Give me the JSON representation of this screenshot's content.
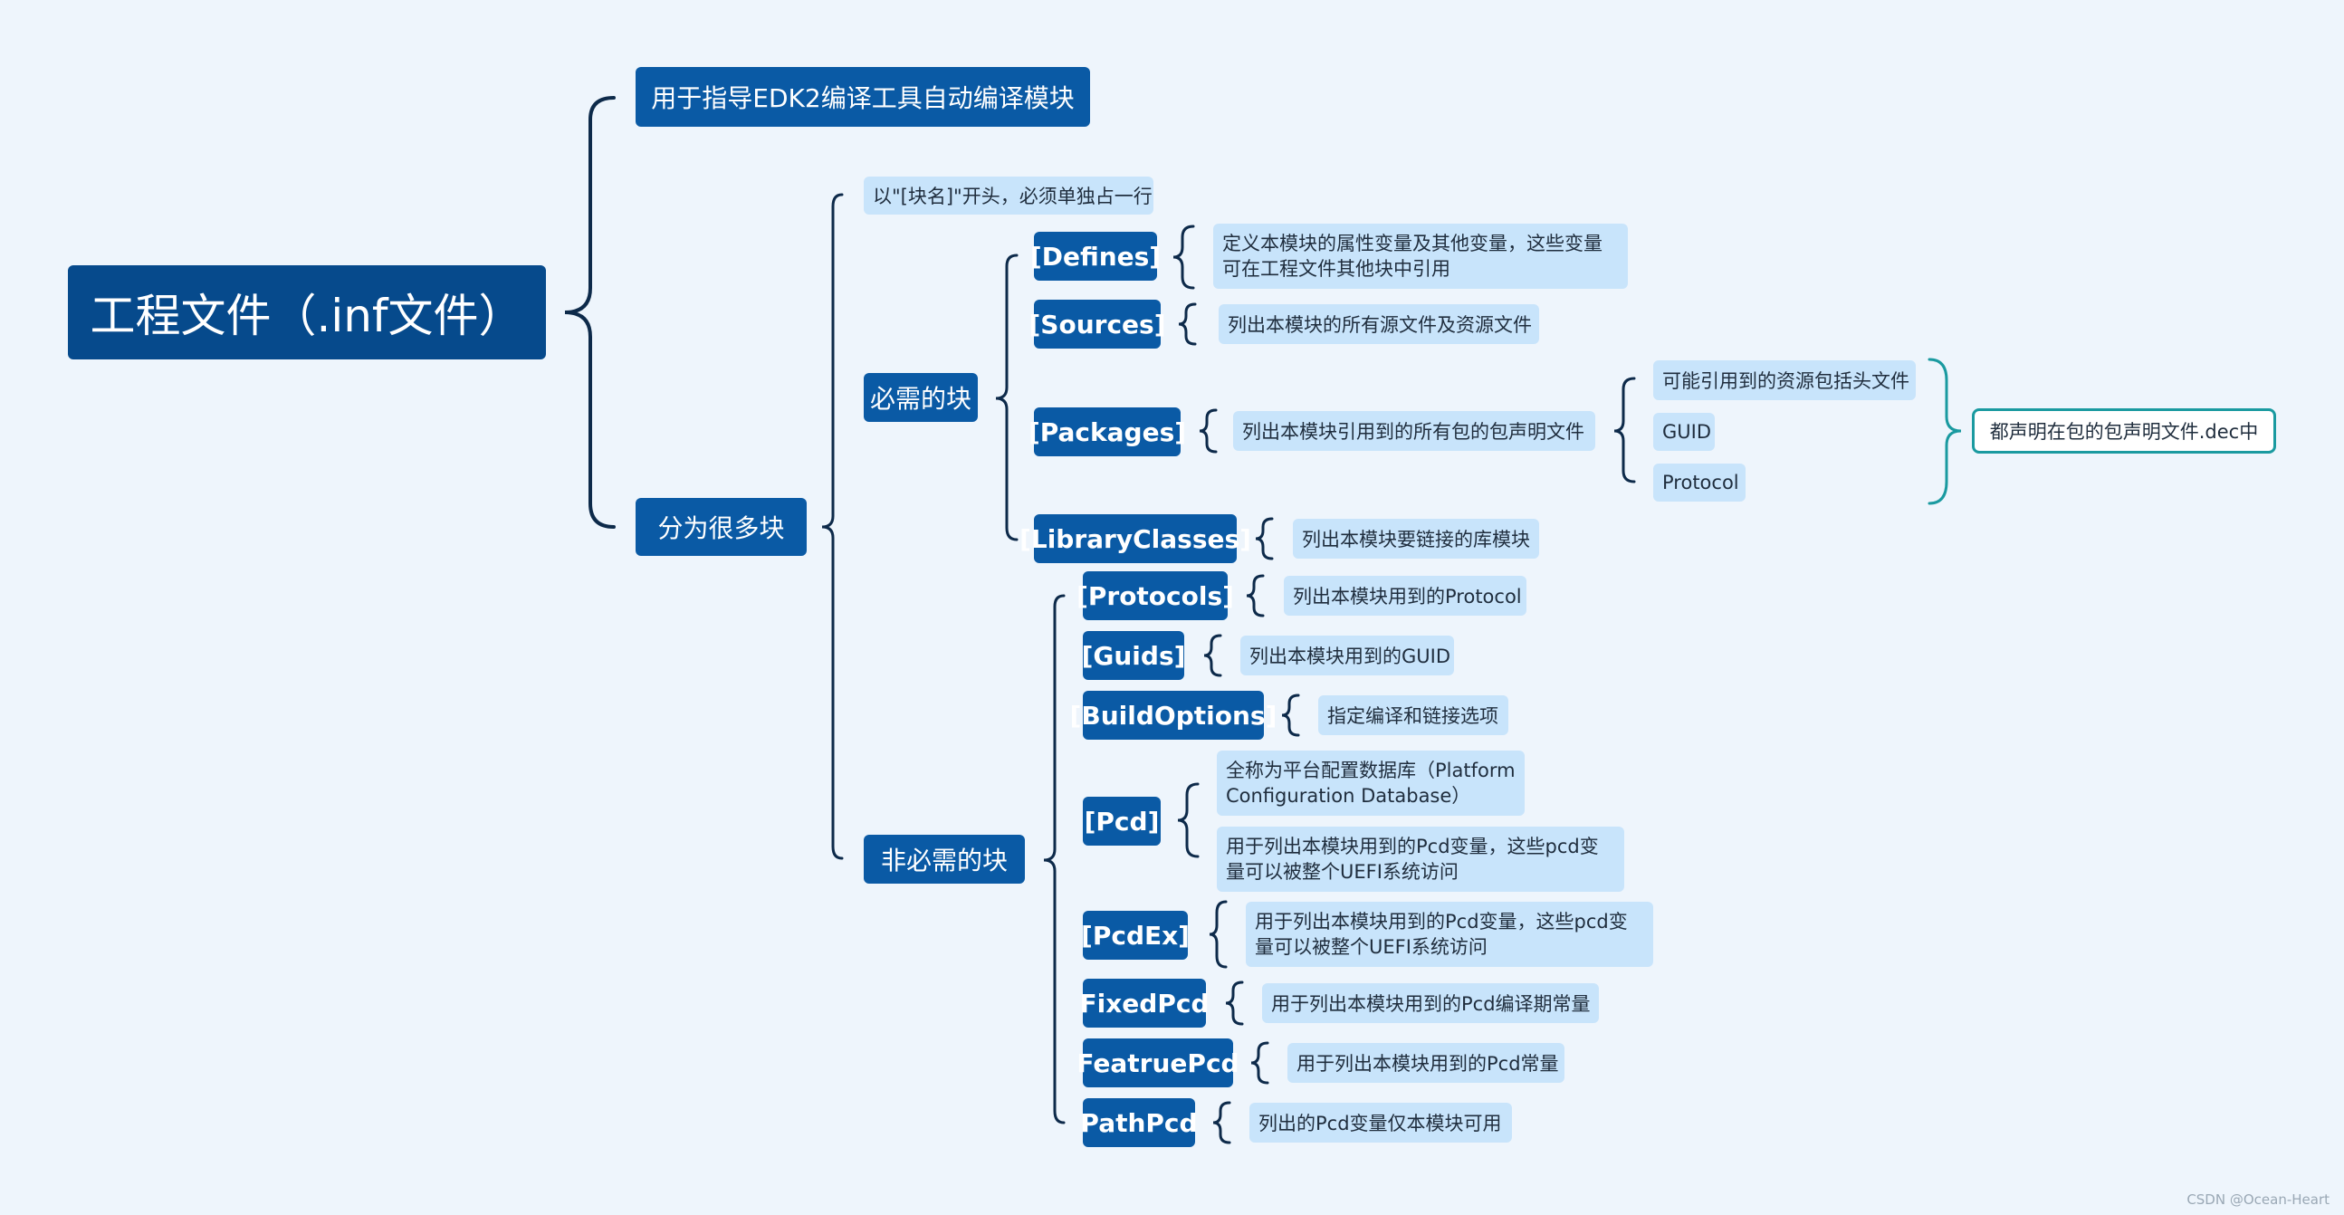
{
  "root": {
    "label": "工程文件（.inf文件）"
  },
  "purpose": {
    "label": "用于指导EDK2编译工具自动编译模块"
  },
  "blocks": {
    "label": "分为很多块",
    "note": "以\"[块名]\"开头，必须单独占一行",
    "required": {
      "label": "必需的块",
      "defines": {
        "tag": "[Defines]",
        "desc": "定义本模块的属性变量及其他变量，这些变量可在工程文件其他块中引用"
      },
      "sources": {
        "tag": "[Sources]",
        "desc": "列出本模块的所有源文件及资源文件"
      },
      "packages": {
        "tag": "[Packages]",
        "desc": "列出本模块引用到的所有包的包声明文件",
        "items": [
          "可能引用到的资源包括头文件",
          "GUID",
          "Protocol"
        ],
        "summary": "都声明在包的包声明文件.dec中"
      },
      "libraryclasses": {
        "tag": "[LibraryClasses]",
        "desc": "列出本模块要链接的库模块"
      }
    },
    "optional": {
      "label": "非必需的块",
      "protocols": {
        "tag": "[Protocols]",
        "desc": "列出本模块用到的Protocol"
      },
      "guids": {
        "tag": "[Guids]",
        "desc": "列出本模块用到的GUID"
      },
      "buildoptions": {
        "tag": "[BuildOptions]",
        "desc": "指定编译和链接选项"
      },
      "pcd": {
        "tag": "[Pcd]",
        "desc1": "全称为平台配置数据库（Platform Configuration Database）",
        "desc2": "用于列出本模块用到的Pcd变量，这些pcd变量可以被整个UEFI系统访问"
      },
      "pcdex": {
        "tag": "[PcdEx]",
        "desc": "用于列出本模块用到的Pcd变量，这些pcd变量可以被整个UEFI系统访问"
      },
      "fixedpcd": {
        "tag": "FixedPcd",
        "desc": "用于列出本模块用到的Pcd编译期常量"
      },
      "featurepcd": {
        "tag": "FeatruePcd",
        "desc": "用于列出本模块用到的Pcd常量"
      },
      "pathpcd": {
        "tag": "PathPcd",
        "desc": "列出的Pcd变量仅本模块可用"
      }
    }
  },
  "watermark": "CSDN @Ocean-Heart",
  "colors": {
    "background": "#eef5fc",
    "root": "#064a8c",
    "node": "#0a5aa5",
    "leaf": "#c8e4fb",
    "connector": "#0d2a4a",
    "accent": "#1a9aa0"
  }
}
